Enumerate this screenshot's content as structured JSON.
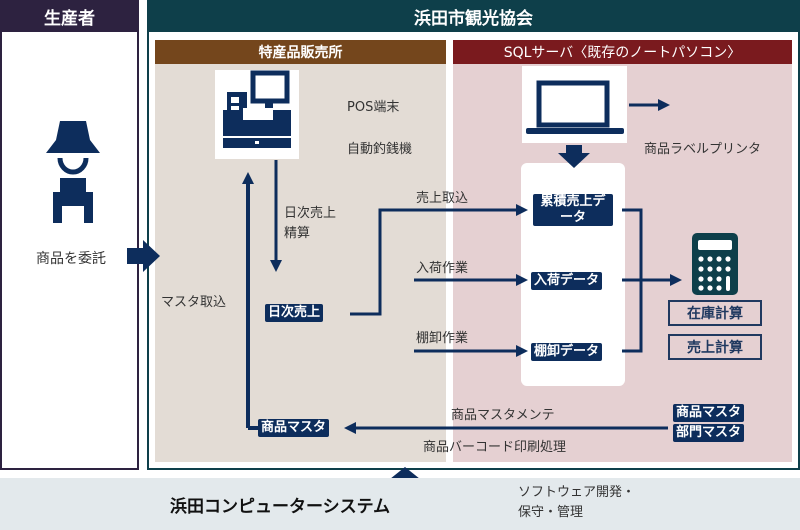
{
  "producer": {
    "header": "生産者",
    "action_label": "商品を委託",
    "icon": "farmer-icon"
  },
  "association": {
    "header": "浜田市観光協会"
  },
  "shop": {
    "header": "特産品販売所",
    "pos_label": "POS端末",
    "changer_label": "自動釣銭機",
    "daily_settle_label_line1": "日次売上",
    "daily_settle_label_line2": "精算",
    "daily_sales_tag": "日次売上",
    "master_import_label": "マスタ取込",
    "product_master_tag": "商品マスタ",
    "icon": "cash-register-icon"
  },
  "server": {
    "header": "SQLサーバ〈既存のノートパソコン〉",
    "printer_label": "商品ラベルプリンタ",
    "sales_import_label": "売上取込",
    "receiving_label": "入荷作業",
    "inventory_label": "棚卸作業",
    "data_tags": [
      "累積売上データ",
      "入荷データ",
      "棚卸データ"
    ],
    "calc_boxes": [
      "在庫計算",
      "売上計算"
    ],
    "master_tag_line1": "商品マスタ",
    "master_tag_line2": "部門マスタ",
    "maintenance_label": "商品マスタメンテ",
    "barcode_label": "商品バーコード印刷処理",
    "icons": [
      "laptop-icon",
      "calculator-icon"
    ]
  },
  "vendor": {
    "name": "浜田コンピューターシステム",
    "desc_line1": "ソフトウェア開発・",
    "desc_line2": "保守・管理"
  },
  "colors": {
    "producer": "#2d2240",
    "association": "#0e3f4a",
    "shop": "#74461c",
    "server": "#7a1a1e",
    "flow": "#0d2d5c"
  }
}
